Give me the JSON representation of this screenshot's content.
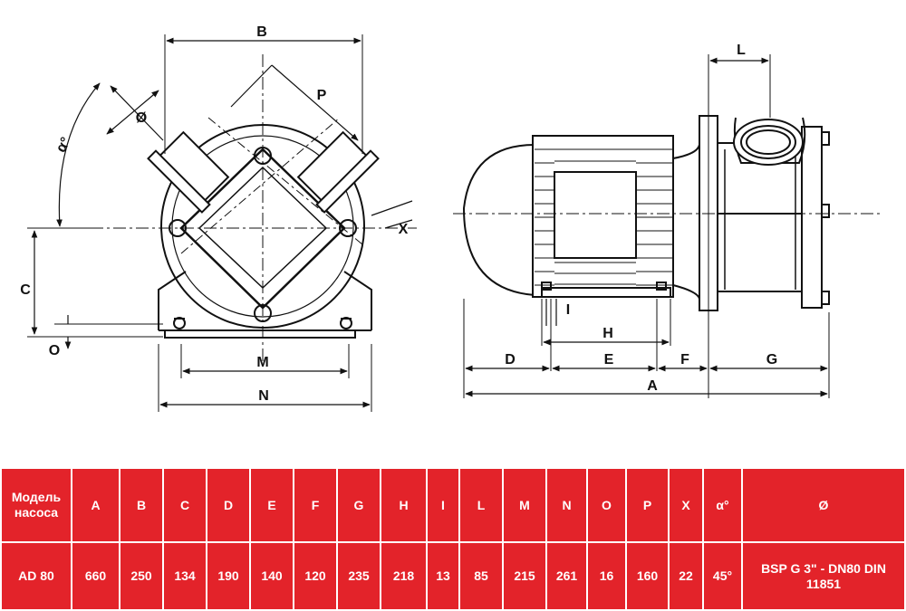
{
  "drawing": {
    "labels": {
      "alpha": "α°",
      "diam": "Ø",
      "A": "A",
      "B": "B",
      "C": "C",
      "D": "D",
      "E": "E",
      "F": "F",
      "G": "G",
      "H": "H",
      "I": "I",
      "L": "L",
      "M": "M",
      "N": "N",
      "O": "O",
      "P": "P",
      "X": "X"
    }
  },
  "table": {
    "headers": [
      "Модель насоса",
      "A",
      "B",
      "C",
      "D",
      "E",
      "F",
      "G",
      "H",
      "I",
      "L",
      "M",
      "N",
      "O",
      "P",
      "X",
      "α°",
      "Ø"
    ],
    "rows": [
      [
        "AD 80",
        "660",
        "250",
        "134",
        "190",
        "140",
        "120",
        "235",
        "218",
        "13",
        "85",
        "215",
        "261",
        "16",
        "160",
        "22",
        "45°",
        "BSP G 3\" - DN80 DIN 11851"
      ]
    ]
  },
  "colors": {
    "table_bg": "#e3232a",
    "table_text": "#ffffff",
    "line": "#111111"
  }
}
